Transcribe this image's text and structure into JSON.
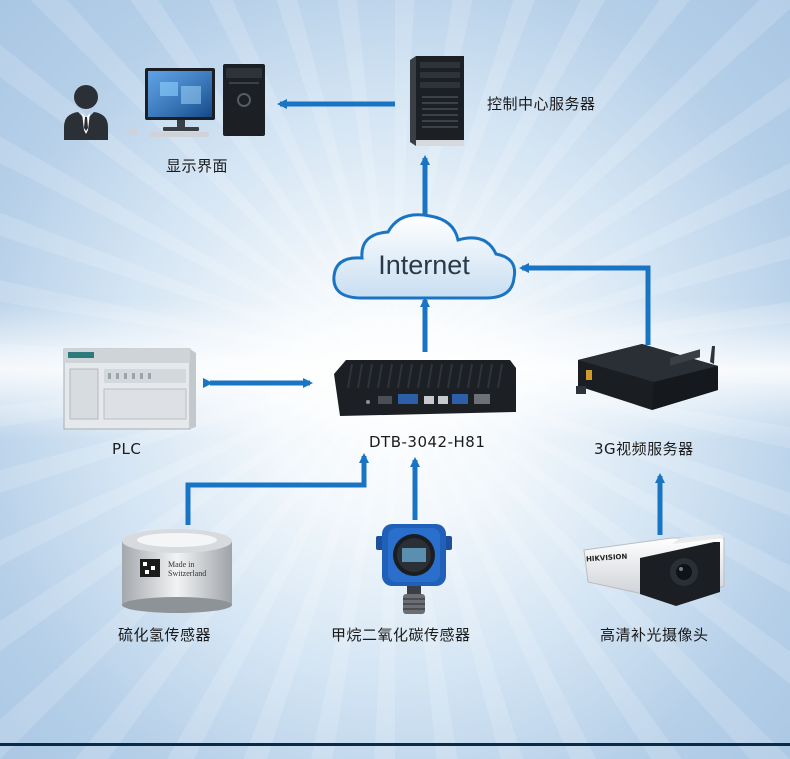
{
  "nodes": {
    "display": {
      "label": "显示界面"
    },
    "control_server": {
      "label": "控制中心服务器"
    },
    "cloud": {
      "label": "Internet"
    },
    "plc": {
      "label": "PLC"
    },
    "gateway": {
      "label": "DTB-3042-H81"
    },
    "video_server": {
      "label": "3G视频服务器"
    },
    "h2s_sensor": {
      "label": "硫化氢传感器",
      "printed_text": "Made in Switzerland"
    },
    "gas_sensor": {
      "label": "甲烷二氧化碳传感器"
    },
    "camera": {
      "label": "高清补光摄像头",
      "brand": "HIKVISION"
    }
  },
  "colors": {
    "arrow": "#1a74c4",
    "cloud": "#d6e8f7"
  }
}
